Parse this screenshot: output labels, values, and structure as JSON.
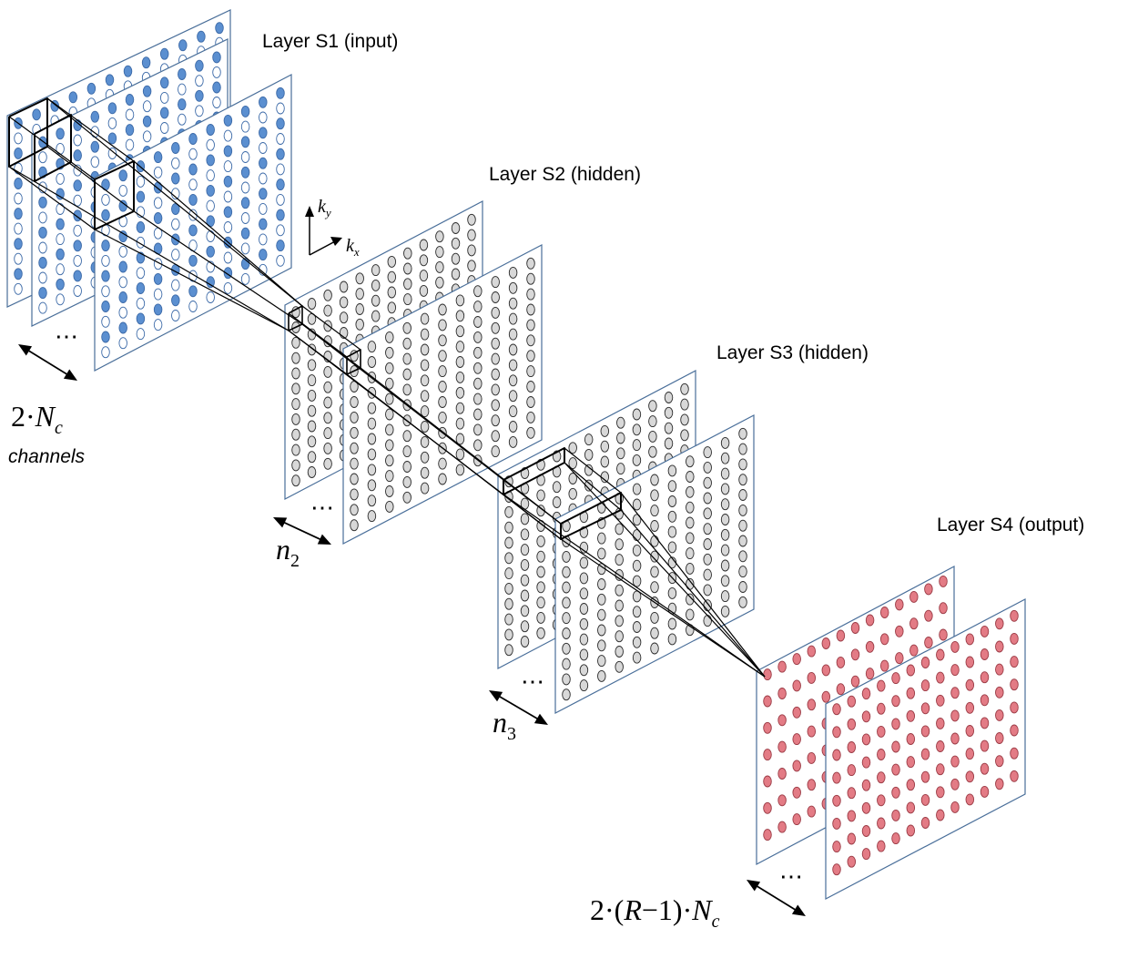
{
  "layers": [
    {
      "id": "s1",
      "title": "Layer S1 (input)",
      "neuron_fill": "#5b8fd0",
      "alt_fill": "#ffffff",
      "neuron_stroke": "#3c6aa8",
      "count_label": "2·N_c"
    },
    {
      "id": "s2",
      "title": "Layer S2 (hidden)",
      "neuron_fill": "#d8d8d8",
      "neuron_stroke": "#2b2b2b",
      "count_label": "n_2"
    },
    {
      "id": "s3",
      "title": "Layer S3 (hidden)",
      "neuron_fill": "#d8d8d8",
      "neuron_stroke": "#2b2b2b",
      "count_label": "n_3"
    },
    {
      "id": "s4",
      "title": "Layer S4 (output)",
      "neuron_fill": "#e37b85",
      "neuron_stroke": "#9b3b45",
      "count_label": "2·(R−1)·N_c"
    }
  ],
  "labels": {
    "s1_count_main": "2·N",
    "s1_count_sub": "c",
    "s1_channels": "channels",
    "s2_count_main": "n",
    "s2_count_sub": "2",
    "s3_count_main": "n",
    "s3_count_sub": "3",
    "s4_count_pre": "2·(",
    "s4_count_R": "R",
    "s4_count_mid": "−1)·",
    "s4_count_N": "N",
    "s4_count_sub": "c",
    "ellipsis": "⋯",
    "kx_main": "k",
    "kx_sub": "x",
    "ky_main": "k",
    "ky_sub": "y"
  },
  "colors": {
    "panel_border": "#4a6f9a",
    "panel_bg": "#ffffff",
    "line": "#000000"
  }
}
